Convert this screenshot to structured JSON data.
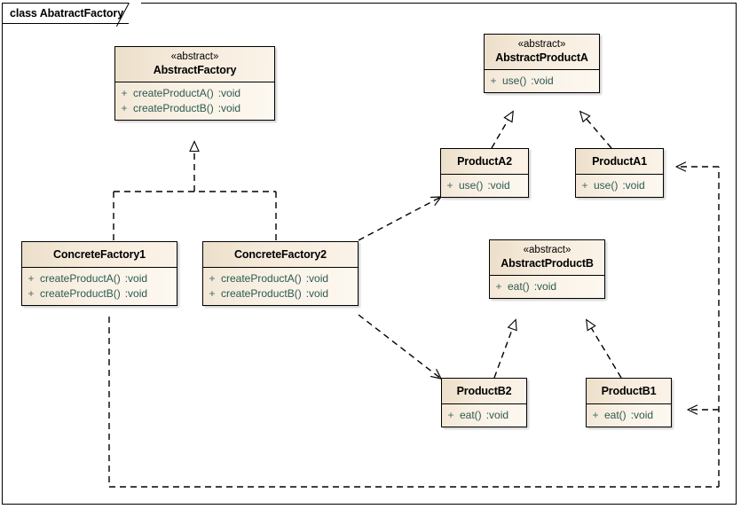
{
  "diagram": {
    "tab_label": "class AbatractFactory",
    "title": "class AbatractFactory",
    "background": "#ffffff",
    "border_color": "#000000",
    "class_header_color": "#ecdfca",
    "class_body_color": "#faf2e6",
    "member_text_color": "#2c5a52"
  },
  "classes": [
    {
      "id": "AbstractFactory",
      "stereotype": "«abstract»",
      "name": "AbstractFactory",
      "members": [
        {
          "visibility": "+",
          "signature": "createProductA()",
          "type": ":void"
        },
        {
          "visibility": "+",
          "signature": "createProductB()",
          "type": ":void"
        }
      ]
    },
    {
      "id": "AbstractProductA",
      "stereotype": "«abstract»",
      "name": "AbstractProductA",
      "members": [
        {
          "visibility": "+",
          "signature": "use()",
          "type": ":void"
        }
      ]
    },
    {
      "id": "ProductA2",
      "stereotype": "",
      "name": "ProductA2",
      "members": [
        {
          "visibility": "+",
          "signature": "use()",
          "type": ":void"
        }
      ]
    },
    {
      "id": "ProductA1",
      "stereotype": "",
      "name": "ProductA1",
      "members": [
        {
          "visibility": "+",
          "signature": "use()",
          "type": ":void"
        }
      ]
    },
    {
      "id": "ConcreteFactory1",
      "stereotype": "",
      "name": "ConcreteFactory1",
      "members": [
        {
          "visibility": "+",
          "signature": "createProductA()",
          "type": ":void"
        },
        {
          "visibility": "+",
          "signature": "createProductB()",
          "type": ":void"
        }
      ]
    },
    {
      "id": "ConcreteFactory2",
      "stereotype": "",
      "name": "ConcreteFactory2",
      "members": [
        {
          "visibility": "+",
          "signature": "createProductA()",
          "type": ":void"
        },
        {
          "visibility": "+",
          "signature": "createProductB()",
          "type": ":void"
        }
      ]
    },
    {
      "id": "AbstractProductB",
      "stereotype": "«abstract»",
      "name": "AbstractProductB",
      "members": [
        {
          "visibility": "+",
          "signature": "eat()",
          "type": ":void"
        }
      ]
    },
    {
      "id": "ProductB2",
      "stereotype": "",
      "name": "ProductB2",
      "members": [
        {
          "visibility": "+",
          "signature": "eat()",
          "type": ":void"
        }
      ]
    },
    {
      "id": "ProductB1",
      "stereotype": "",
      "name": "ProductB1",
      "members": [
        {
          "visibility": "+",
          "signature": "eat()",
          "type": ":void"
        }
      ]
    }
  ],
  "relationships": [
    {
      "from": "ConcreteFactory1",
      "to": "AbstractFactory",
      "kind": "realization",
      "line": "dashed",
      "arrow": "hollow-triangle"
    },
    {
      "from": "ConcreteFactory2",
      "to": "AbstractFactory",
      "kind": "realization",
      "line": "dashed",
      "arrow": "hollow-triangle"
    },
    {
      "from": "ProductA2",
      "to": "AbstractProductA",
      "kind": "realization",
      "line": "dashed",
      "arrow": "hollow-triangle"
    },
    {
      "from": "ProductA1",
      "to": "AbstractProductA",
      "kind": "realization",
      "line": "dashed",
      "arrow": "hollow-triangle"
    },
    {
      "from": "ProductB2",
      "to": "AbstractProductB",
      "kind": "realization",
      "line": "dashed",
      "arrow": "hollow-triangle"
    },
    {
      "from": "ProductB1",
      "to": "AbstractProductB",
      "kind": "realization",
      "line": "dashed",
      "arrow": "hollow-triangle"
    },
    {
      "from": "ConcreteFactory2",
      "to": "ProductA2",
      "kind": "dependency",
      "line": "dashed",
      "arrow": "open"
    },
    {
      "from": "ConcreteFactory2",
      "to": "ProductB2",
      "kind": "dependency",
      "line": "dashed",
      "arrow": "open"
    },
    {
      "from": "ConcreteFactory1",
      "to": "ProductA1",
      "kind": "dependency",
      "line": "dashed",
      "arrow": "open"
    },
    {
      "from": "ConcreteFactory1",
      "to": "ProductB1",
      "kind": "dependency",
      "line": "dashed",
      "arrow": "open"
    }
  ]
}
